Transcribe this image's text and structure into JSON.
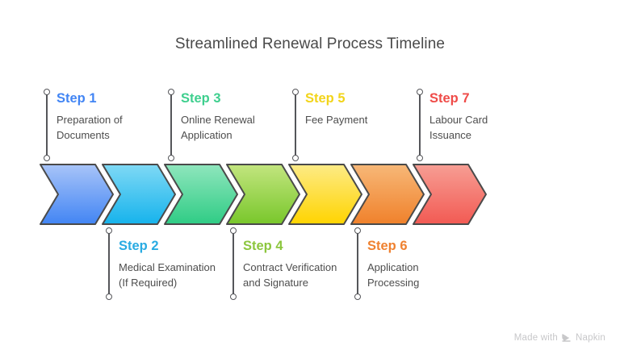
{
  "title": "Streamlined Renewal Process Timeline",
  "watermark": {
    "prefix": "Made with",
    "brand": "Napkin",
    "logo_icon": "napkin-chevron-logo-icon"
  },
  "colors": {
    "background": "#ffffff",
    "title_text": "#4a4a4a",
    "description_text": "#4d4d4d",
    "connector_line": "#55565a",
    "chevron_outline": "#4a4a4a",
    "watermark_text": "#c7c7c9"
  },
  "steps": [
    {
      "id": 1,
      "head": "Step 1",
      "desc": "Preparation of\nDocuments",
      "color": "#4285f4",
      "grad_top": "#a8c4f8",
      "grad_bottom": "#4285f4",
      "position": "above"
    },
    {
      "id": 2,
      "head": "Step 2",
      "desc": "Medical Examination\n(If Required)",
      "color": "#29abe2",
      "grad_top": "#7fd9f5",
      "grad_bottom": "#16b3ec",
      "position": "below"
    },
    {
      "id": 3,
      "head": "Step 3",
      "desc": "Online Renewal\nApplication",
      "color": "#3ecf8e",
      "grad_top": "#8fe6bd",
      "grad_bottom": "#2fcc85",
      "position": "above"
    },
    {
      "id": 4,
      "head": "Step 4",
      "desc": "Contract Verification\nand Signature",
      "color": "#8cc63e",
      "grad_top": "#c3e57f",
      "grad_bottom": "#79c72b",
      "position": "below"
    },
    {
      "id": 5,
      "head": "Step 5",
      "desc": "Fee Payment",
      "color": "#f2d41a",
      "grad_top": "#fdeb86",
      "grad_bottom": "#ffd400",
      "position": "above"
    },
    {
      "id": 6,
      "head": "Step 6",
      "desc": "Application\nProcessing",
      "color": "#ef8130",
      "grad_top": "#f7b878",
      "grad_bottom": "#f0812b",
      "position": "below"
    },
    {
      "id": 7,
      "head": "Step 7",
      "desc": "Labour Card\nIssuance",
      "color": "#ef4b48",
      "grad_top": "#f79e94",
      "grad_bottom": "#f25a53",
      "position": "above"
    }
  ]
}
